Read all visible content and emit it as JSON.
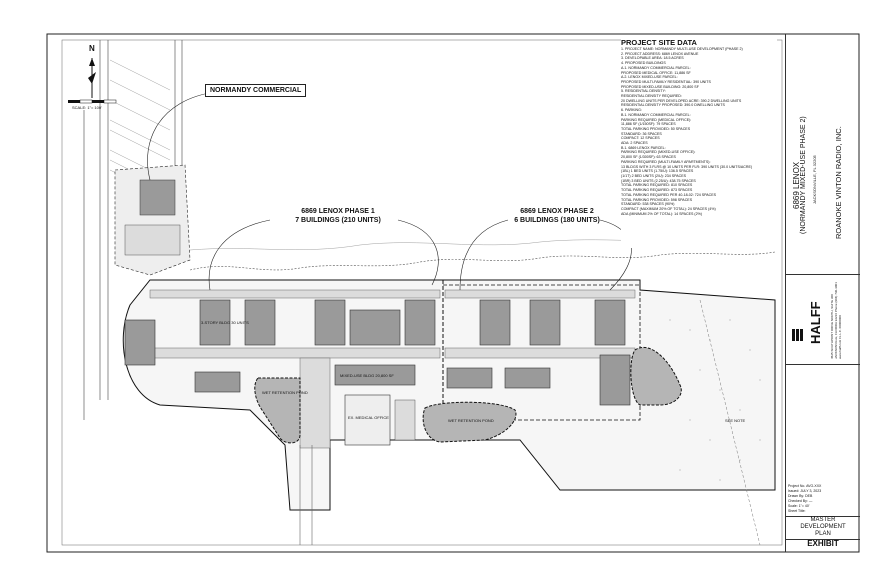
{
  "north_label": "N",
  "scale_label": "SCALE: 1\"= 100'",
  "callouts": {
    "normandy_commercial": "NORMANDY COMMERCIAL",
    "phase1_line1": "6869 LENOX PHASE 1",
    "phase1_line2": "7 BUILDINGS (210 UNITS)",
    "phase2_line1": "6869 LENOX PHASE 2",
    "phase2_line2": "6 BUILDINGS (180 UNITS)"
  },
  "project_site_data": {
    "title": "PROJECT SITE DATA",
    "rows": [
      "1.  PROJECT NAME:  NORMANDY MULTI-USE DEVELOPMENT (PHASE 2)",
      "2.  PROJECT ADDRESS:  6869 LENOX AVENUE",
      "3.  DEVELOPABLE AREA:  18.5 ACRES",
      "4.  PROPOSED BUILDINGS",
      "     A.1.  NORMANDY COMMERCIAL PARCEL:",
      "              PROPOSED MEDICAL OFFICE:                     11,886 SF",
      "     A.2.  LENOX MIXED-USE PARCEL:",
      "              PROPOSED MULTI-FAMILY RESIDENTIAL:           390 UNITS",
      "              PROPOSED MIXED-USE BUILDING:                 20,800 SF",
      "5.  RESIDENTIAL DENSITY:",
      "              RESIDENTIAL DENSITY REQUIRED:",
      "              20 DWELLING UNITS PER DEVELOPED ACRE:     390.2 DWELLING UNITS",
      "              RESIDENTIAL DENSITY PROPOSED:             390.0 DWELLING UNITS",
      "6.  PARKING:",
      "     B.1.  NORMANDY COMMERCIAL PARCEL:",
      "              PARKING REQUIRED (MEDICAL OFFICE):",
      "              11,886 SF (1/150SF):                          79 SPACES",
      "              TOTAL PARKING PROVIDED:                      50 SPACES",
      "                  STANDARD:                                36 SPACES",
      "                  COMPACT:                                 12 SPACES",
      "     ADA:                                                   2 SPACES",
      "     B.1.  6869 LENOX PARCEL:",
      "              PARKING REQUIRED (MIXED-USE OFFICE):",
      "              20,800 SF (1/300SF):                          63 SPACES",
      "              PARKING REQUIRED (MULTI-FAMILY APARTMENTS):",
      "              13 BLDGS WITH 3 FLRS @ 10 UNITS PER FLR:  390 UNITS (30.0 UNITS/ACRE)",
      "              (1BL) 1 BED UNITS (1.75/U):                 136.5 SPACES",
      "              (1/1T) 2 BED UNITS (2/U):                   234 SPACES",
      "              (1BR) 3 BED UNITS (2.25/U):                 438.75 SPACES",
      "              TOTAL PARKING REQUIRED:                     810 SPACES",
      "              TOTAL PARKING REQUIRED:                     873 SPACES",
      "              TOTAL PARKING REQUIRED PER 40-18-02:        724 SPACES",
      "              TOTAL PARKING PROVIDED:                     598 SPACES",
      "                  STANDARD:                               538 SPACES (90%)",
      "                  COMPACT (MAXIMUM 20% OF TOTAL):          24 SPACES (4%)",
      "                  ADA (MINIMUM 2% OF TOTAL):               14 SPACES (2%)"
    ]
  },
  "title_block": {
    "project_name": "6869 LENOX",
    "project_sub": "(NORMANDY MIXED-USE PHASE 2)",
    "location": "JACKSONVILLE, FL 32205",
    "client": "ROANOKE VINTON RADIO, INC.",
    "firm": "HALFF",
    "firm_address": "4525 SOUTHPOINT DRIVE NORTH, SUITE 300  JACKSONVILLE, FLORIDA 32216  Phone (904) 730-3001  www.halff.com  FL L.C. 00000000",
    "sheet_title_line1": "MASTER",
    "sheet_title_line2": "DEVELOPMENT",
    "sheet_title_line3": "PLAN",
    "sheet_number": "EXHIBIT",
    "info_rows": [
      "Project No.  AVO-XXX",
      "Issued:  JULY 3, 2023",
      "Drawn By:  DEB",
      "Checked By:  —",
      "Scale:  1\"= 40'",
      "Sheet Title:"
    ]
  },
  "site_labels": {
    "mixed_use": "MIXED-USE BLDG 20,800 SF",
    "bldg_a": "3-STORY BLDG 30 UNITS",
    "pond_1": "WET RETENTION POND",
    "pond_2": "WET RETENTION POND",
    "existing": "EX. MEDICAL OFFICE",
    "note": "SEE NOTE"
  },
  "colors": {
    "line": "#222222",
    "building": "#9a9a9a",
    "pond": "#b5b5b5",
    "pavement": "#dcdcdc"
  }
}
